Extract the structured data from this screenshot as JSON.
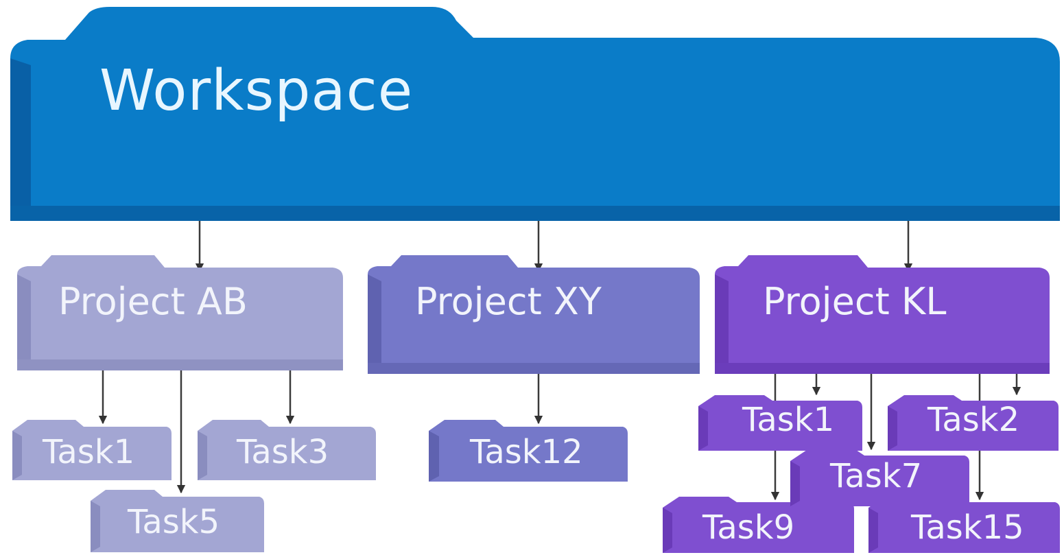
{
  "workspace": {
    "label": "Workspace",
    "color": "#0a7cc8"
  },
  "projects": [
    {
      "label": "Project AB",
      "color": "#a3a6d3",
      "tasks": [
        "Task1",
        "Task3",
        "Task5"
      ]
    },
    {
      "label": "Project XY",
      "color": "#7578c9",
      "tasks": [
        "Task12"
      ]
    },
    {
      "label": "Project KL",
      "color": "#7f4fd0",
      "tasks": [
        "Task1",
        "Task2",
        "Task7",
        "Task9",
        "Task15"
      ]
    }
  ]
}
